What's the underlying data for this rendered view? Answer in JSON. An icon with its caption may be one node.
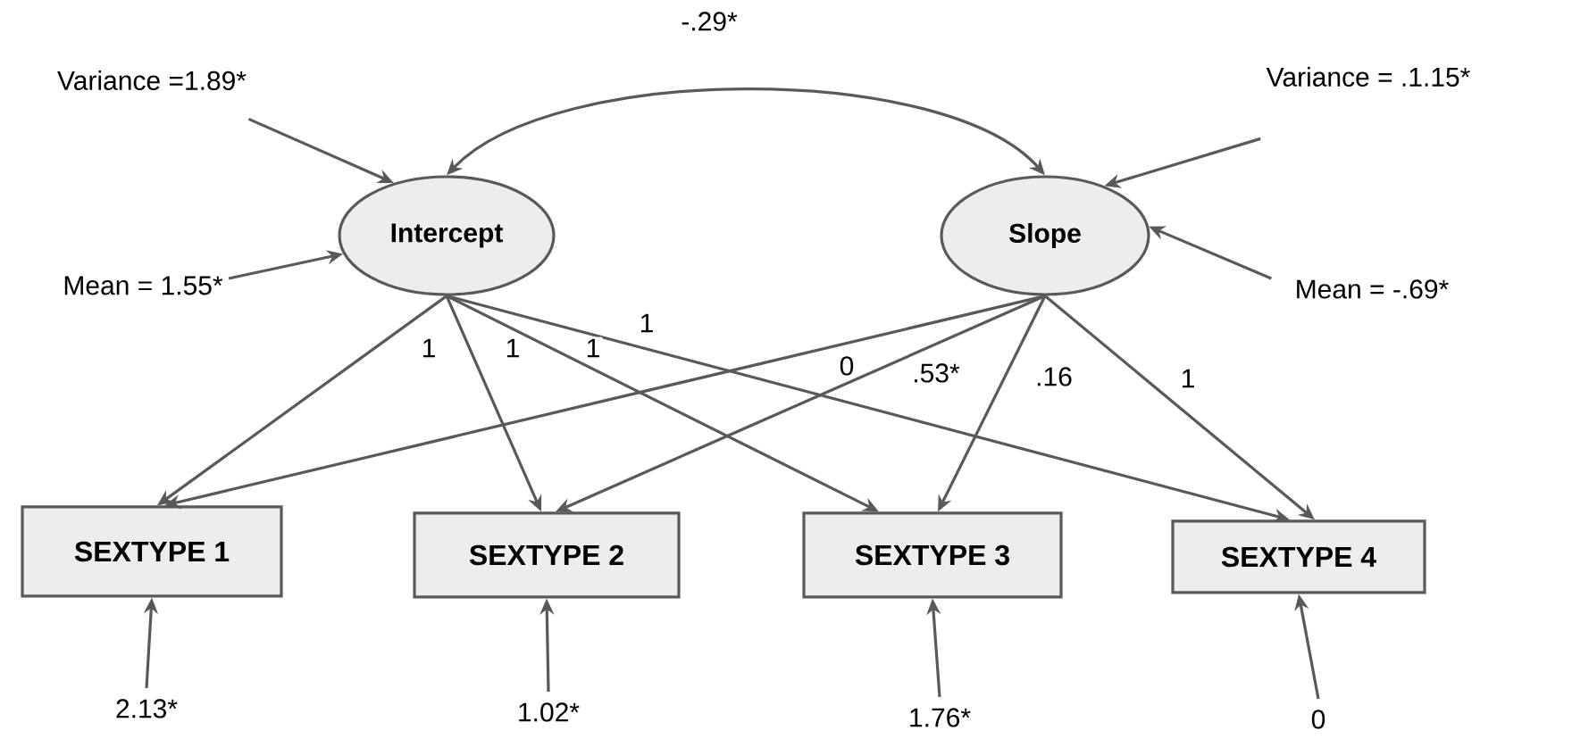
{
  "diagram": {
    "nodes": [
      {
        "text": [
          "Intercept"
        ]
      },
      {
        "text": [
          "Slope"
        ]
      },
      {
        "text": [
          "SEXTYPE 1"
        ]
      },
      {
        "text": [
          "SEXTYPE 2"
        ]
      },
      {
        "text": [
          "SEXTYPE 3"
        ]
      },
      {
        "text": [
          "SEXTYPE 4"
        ]
      },
      {
        "text": [
          "Variance =1.89*"
        ]
      },
      {
        "text": [
          "Mean = 1.55*"
        ]
      },
      {
        "text": [
          "Variance = .1.15*"
        ]
      },
      {
        "text": [
          "Mean = -.69*"
        ]
      },
      {
        "text": [
          "2.13*"
        ]
      },
      {
        "text": [
          "1.02*"
        ]
      },
      {
        "text": [
          "1.76*"
        ]
      },
      {
        "text": [
          "0"
        ]
      }
    ],
    "edges": [
      {
        "from": 0,
        "to": 1,
        "arrow": "both",
        "label": "-.29*"
      },
      {
        "from": 0,
        "to": 2,
        "arrow": "to",
        "label": "1"
      },
      {
        "from": 0,
        "to": 3,
        "arrow": "to",
        "label": "1"
      },
      {
        "from": 0,
        "to": 4,
        "arrow": "to",
        "label": "1"
      },
      {
        "from": 0,
        "to": 5,
        "arrow": "to",
        "label": "1"
      },
      {
        "from": 1,
        "to": 2,
        "arrow": "to",
        "label": "0"
      },
      {
        "from": 1,
        "to": 3,
        "arrow": "to",
        "label": ".53*"
      },
      {
        "from": 1,
        "to": 4,
        "arrow": "to",
        "label": ".16"
      },
      {
        "from": 1,
        "to": 5,
        "arrow": "to",
        "label": "1"
      },
      {
        "from": 6,
        "to": 0,
        "arrow": "to"
      },
      {
        "from": 7,
        "to": 0,
        "arrow": "to"
      },
      {
        "from": 8,
        "to": 1,
        "arrow": "to"
      },
      {
        "from": 9,
        "to": 1,
        "arrow": "to"
      },
      {
        "from": 10,
        "to": 2,
        "arrow": "to"
      },
      {
        "from": 11,
        "to": 3,
        "arrow": "to"
      },
      {
        "from": 12,
        "to": 4,
        "arrow": "to"
      },
      {
        "from": 13,
        "to": 5,
        "arrow": "to"
      }
    ]
  }
}
